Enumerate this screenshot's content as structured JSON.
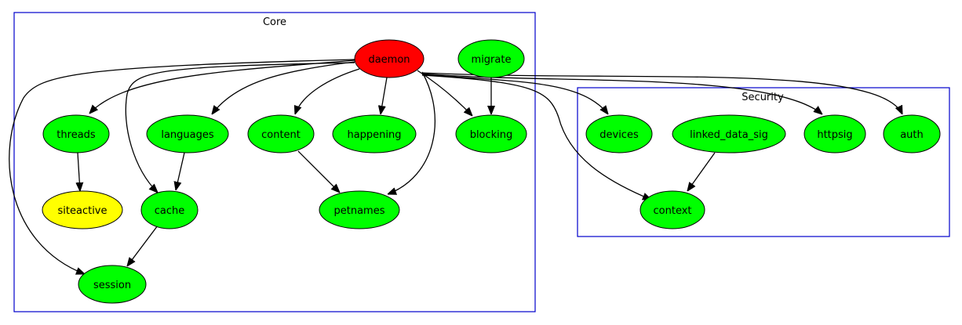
{
  "colors": {
    "red": "#ff0000",
    "green": "#00ff00",
    "yellow": "#ffff00",
    "cluster_border": "#0000cc"
  },
  "clusters": {
    "core": {
      "label": "Core"
    },
    "security": {
      "label": "Security"
    }
  },
  "nodes": {
    "daemon": {
      "label": "daemon",
      "color": "red"
    },
    "migrate": {
      "label": "migrate",
      "color": "green"
    },
    "threads": {
      "label": "threads",
      "color": "green"
    },
    "languages": {
      "label": "languages",
      "color": "green"
    },
    "content": {
      "label": "content",
      "color": "green"
    },
    "happening": {
      "label": "happening",
      "color": "green"
    },
    "blocking": {
      "label": "blocking",
      "color": "green"
    },
    "siteactive": {
      "label": "siteactive",
      "color": "yellow"
    },
    "cache": {
      "label": "cache",
      "color": "green"
    },
    "petnames": {
      "label": "petnames",
      "color": "green"
    },
    "session": {
      "label": "session",
      "color": "green"
    },
    "devices": {
      "label": "devices",
      "color": "green"
    },
    "linked_data_sig": {
      "label": "linked_data_sig",
      "color": "green"
    },
    "httpsig": {
      "label": "httpsig",
      "color": "green"
    },
    "auth": {
      "label": "auth",
      "color": "green"
    },
    "context": {
      "label": "context",
      "color": "green"
    }
  },
  "edges": [
    {
      "from": "daemon",
      "to": "threads"
    },
    {
      "from": "daemon",
      "to": "languages"
    },
    {
      "from": "daemon",
      "to": "content"
    },
    {
      "from": "daemon",
      "to": "happening"
    },
    {
      "from": "daemon",
      "to": "blocking"
    },
    {
      "from": "daemon",
      "to": "cache"
    },
    {
      "from": "daemon",
      "to": "petnames"
    },
    {
      "from": "daemon",
      "to": "session"
    },
    {
      "from": "daemon",
      "to": "devices"
    },
    {
      "from": "daemon",
      "to": "context"
    },
    {
      "from": "daemon",
      "to": "httpsig"
    },
    {
      "from": "daemon",
      "to": "auth"
    },
    {
      "from": "migrate",
      "to": "blocking"
    },
    {
      "from": "threads",
      "to": "siteactive"
    },
    {
      "from": "languages",
      "to": "cache"
    },
    {
      "from": "content",
      "to": "petnames"
    },
    {
      "from": "cache",
      "to": "session"
    },
    {
      "from": "linked_data_sig",
      "to": "context"
    }
  ]
}
